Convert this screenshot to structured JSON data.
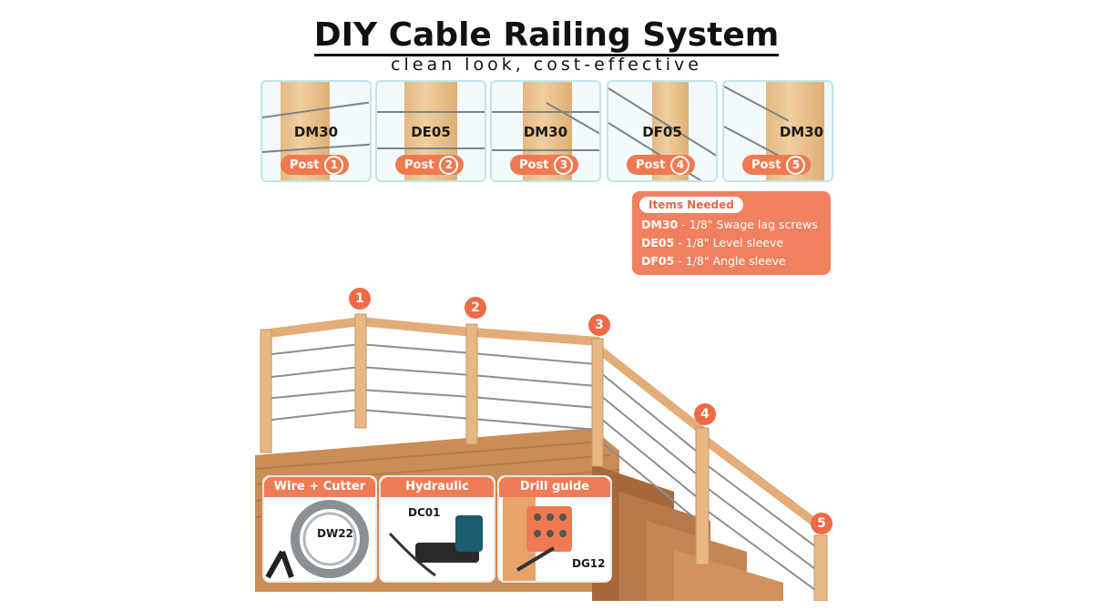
{
  "header": {
    "title": "DIY Cable Railing System",
    "subtitle": "clean look, cost-effective"
  },
  "panels": [
    {
      "code": "DM30",
      "post_label": "Post",
      "post_num": "1"
    },
    {
      "code": "DE05",
      "post_label": "Post",
      "post_num": "2"
    },
    {
      "code": "DM30",
      "post_label": "Post",
      "post_num": "3"
    },
    {
      "code": "DF05",
      "post_label": "Post",
      "post_num": "4"
    },
    {
      "code": "DM30",
      "post_label": "Post",
      "post_num": "5"
    }
  ],
  "items_needed": {
    "heading": "Items Needed",
    "lines": [
      {
        "code": "DM30",
        "desc": " - 1/8\" Swage lag screws"
      },
      {
        "code": "DE05",
        "desc": " - 1/8\" Level sleeve"
      },
      {
        "code": "DF05",
        "desc": " - 1/8\" Angle sleeve"
      }
    ]
  },
  "scene_badges": [
    "1",
    "2",
    "3",
    "4",
    "5"
  ],
  "tools": [
    {
      "title": "Wire + Cutter",
      "code": "DW22"
    },
    {
      "title": "Hydraulic crimper",
      "code": "DC01"
    },
    {
      "title": "Drill guide",
      "code": "DG12"
    }
  ],
  "colors": {
    "accent": "#ef7a52",
    "wood": "#e4b882",
    "wire": "#7d8388",
    "panel_border": "#bfe6ea"
  }
}
